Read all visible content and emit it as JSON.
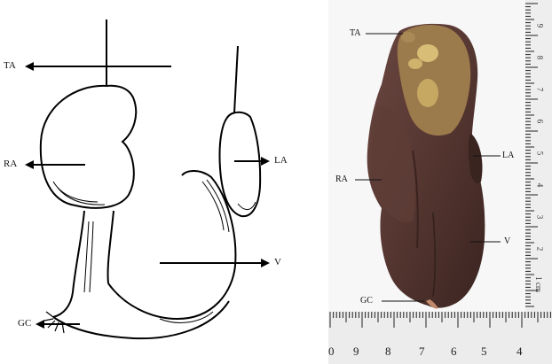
{
  "diagram": {
    "labels": {
      "ta": "TA",
      "ra": "RA",
      "la": "LA",
      "v": "V",
      "gc": "GC"
    }
  },
  "photo": {
    "labels": {
      "ta": "TA",
      "ra": "RA",
      "la": "LA",
      "v": "V",
      "gc": "GC"
    },
    "ruler": {
      "bottom_numbers": [
        "0",
        "9",
        "8",
        "7",
        "6",
        "5",
        "4"
      ],
      "side_numbers": [
        "9",
        "8",
        "7",
        "6",
        "5",
        "4",
        "3",
        "2",
        "1 cm"
      ]
    },
    "colors": {
      "tissue": "#5a3a35",
      "tissue_dark": "#3e2622",
      "fat": "#c2a568",
      "ruler": "#f3f3f3"
    }
  }
}
